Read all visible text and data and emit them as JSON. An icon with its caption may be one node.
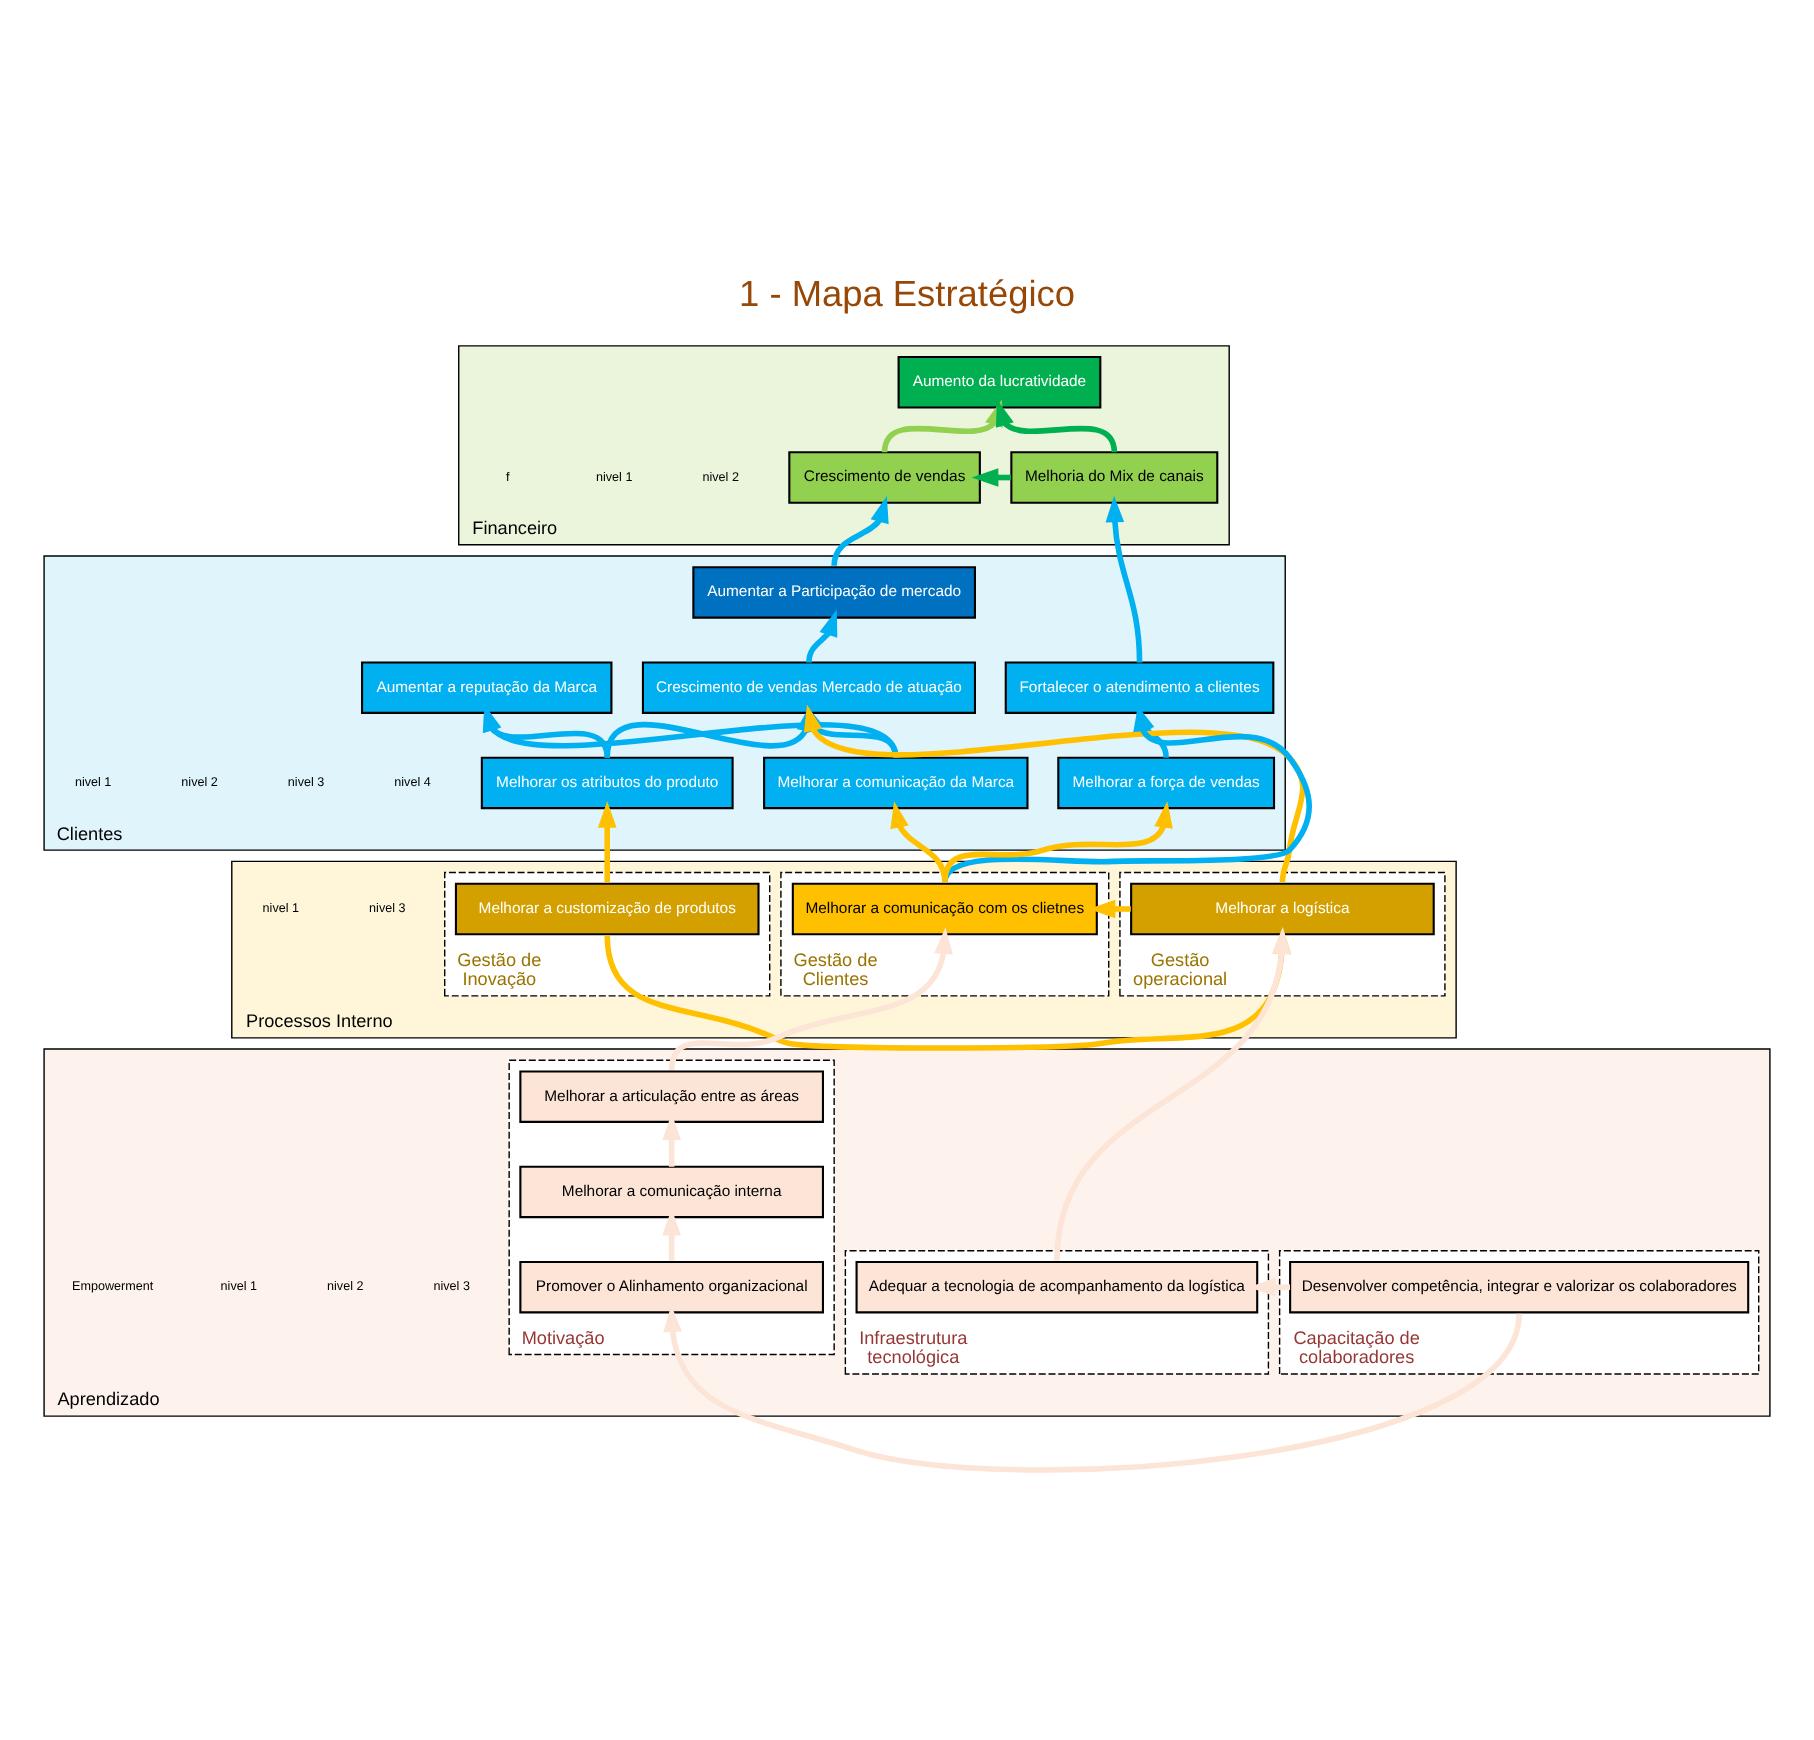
{
  "diagram": {
    "title": "1 - Mapa Estratégico",
    "nodes": [
      {
        "text": [
          "Financeiro"
        ]
      },
      {
        "text": [
          "Aumento da lucratividade"
        ],
        "in": 0
      },
      {
        "text": [
          "Crescimento de vendas"
        ],
        "in": 0
      },
      {
        "text": [
          "Melhoria do Mix de canais"
        ],
        "in": 0
      },
      {
        "text": [
          "Clientes"
        ]
      },
      {
        "text": [
          "Aumentar a Participação de mercado"
        ],
        "in": 4
      },
      {
        "text": [
          "Crescimento de vendas Mercado de atuação"
        ],
        "in": 4
      },
      {
        "text": [
          "Aumentar a reputação da Marca"
        ],
        "in": 4
      },
      {
        "text": [
          "Fortalecer o atendimento a clientes"
        ],
        "in": 4
      },
      {
        "text": [
          "Melhorar os atributos do produto"
        ],
        "in": 4
      },
      {
        "text": [
          "Melhorar a comunicação da Marca"
        ],
        "in": 4
      },
      {
        "text": [
          "Melhorar a força de vendas"
        ],
        "in": 4
      },
      {
        "text": [
          "Processos Interno"
        ]
      },
      {
        "text": [
          "Gestão de Inovação"
        ],
        "in": 12
      },
      {
        "text": [
          "Melhorar a customização de produtos"
        ],
        "in": 13
      },
      {
        "text": [
          "Gestão operacional"
        ],
        "in": 12
      },
      {
        "text": [
          "Melhorar a logística"
        ],
        "in": 15
      },
      {
        "text": [
          "Gestão de Clientes"
        ],
        "in": 12
      },
      {
        "text": [
          "Melhorar a comunicação com os clietnes"
        ],
        "in": 17
      },
      {
        "text": [
          "Aprendizado"
        ]
      },
      {
        "text": [
          "Capacitação de colaboradores"
        ],
        "in": 19
      },
      {
        "text": [
          "Desenvolver competência, integrar e valorizar os colaboradores"
        ],
        "in": 20
      },
      {
        "text": [
          "Infraestrutura tecnológica"
        ],
        "in": 19
      },
      {
        "text": [
          "Adequar a tecnologia de acompanhamento da logística"
        ],
        "in": 22
      },
      {
        "text": [
          "Motivação"
        ],
        "in": 19
      },
      {
        "text": [
          "Melhorar a articulação entre as áreas"
        ],
        "in": 24
      },
      {
        "text": [
          "Melhorar a comunicação interna"
        ],
        "in": 24
      },
      {
        "text": [
          "Promover o Alinhamento organizacional"
        ],
        "in": 24
      }
    ],
    "edges": [
      {
        "from": 2,
        "to": 1,
        "arrow": "to",
        "color": "#92d050"
      },
      {
        "from": 3,
        "to": 1,
        "arrow": "to",
        "color": "#00b050"
      },
      {
        "from": 3,
        "to": 2,
        "arrow": "to",
        "color": "#00b050"
      },
      {
        "from": 5,
        "to": 2,
        "arrow": "to"
      },
      {
        "from": 6,
        "to": 5,
        "arrow": "to"
      },
      {
        "from": 9,
        "to": 6,
        "arrow": "to"
      },
      {
        "from": 9,
        "to": 7,
        "arrow": "to"
      },
      {
        "from": 10,
        "to": 6,
        "arrow": "to"
      },
      {
        "from": 10,
        "to": 7,
        "arrow": "to"
      },
      {
        "from": 8,
        "to": 3,
        "arrow": "to"
      },
      {
        "from": 11,
        "to": 8,
        "arrow": "to"
      },
      {
        "from": 14,
        "to": 9,
        "arrow": "to",
        "color": "#ffc000"
      },
      {
        "from": 14,
        "to": 16,
        "arrow": "to",
        "color": "#ffc000"
      },
      {
        "from": 16,
        "to": 6,
        "arrow": "to",
        "color": "#ffc000"
      },
      {
        "from": 16,
        "to": 18,
        "arrow": "to",
        "color": "#ffc000"
      },
      {
        "from": 18,
        "to": 10,
        "arrow": "to",
        "color": "#ffc000"
      },
      {
        "from": 18,
        "to": 8,
        "arrow": "to"
      },
      {
        "from": 18,
        "to": 11,
        "arrow": "to",
        "color": "#ffc000"
      },
      {
        "from": 23,
        "to": 16,
        "arrow": "to",
        "color": "#fce4d6"
      },
      {
        "from": 21,
        "to": 23,
        "arrow": "to",
        "color": "#fce4d6"
      },
      {
        "from": 21,
        "to": 27,
        "arrow": "to",
        "color": "#fce4d6"
      },
      {
        "from": 27,
        "to": 26,
        "arrow": "to",
        "color": "#fce4d6"
      },
      {
        "from": 26,
        "to": 25,
        "arrow": "to",
        "color": "#fce4d6"
      },
      {
        "from": 25,
        "to": 18,
        "arrow": "to",
        "color": "#fce4d6"
      }
    ],
    "labels": [
      "nivel 2",
      "nivel 1",
      "f",
      "nivel 4",
      "nivel 3",
      "nivel 2",
      "nivel 1",
      "nivel 3",
      "nivel 1",
      "nivel 3",
      "nivel 2",
      "nivel 1",
      "Empowerment"
    ]
  }
}
